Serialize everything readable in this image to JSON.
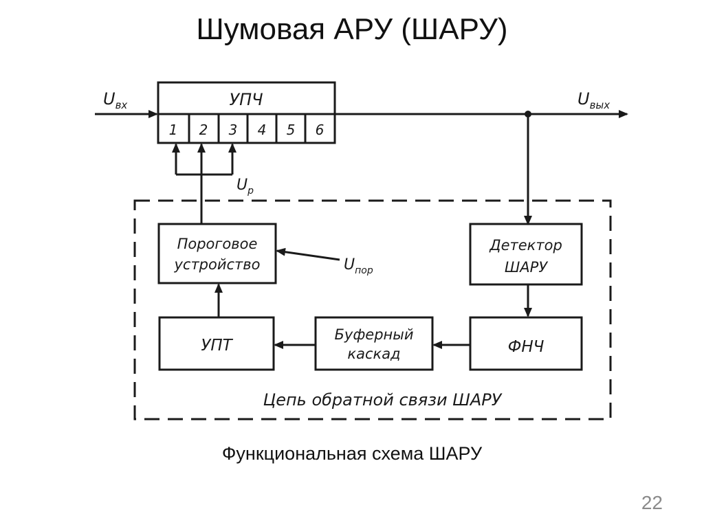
{
  "title": "Шумовая АРУ (ШАРУ)",
  "caption": "Функциональная схема ШАРУ",
  "page_number": "22",
  "diagram": {
    "input_label": "U",
    "input_sub": "вх",
    "output_label": "U",
    "output_sub": "вых",
    "upch": "УПЧ",
    "stages": [
      "1",
      "2",
      "3",
      "4",
      "5",
      "6"
    ],
    "reg_label": "U",
    "reg_sub": "р",
    "threshold_line1": "Пороговое",
    "threshold_line2": "устройство",
    "threshold_input": "U",
    "threshold_input_sub": "пор",
    "detector_line1": "Детектор",
    "detector_line2": "ШАРУ",
    "upt": "УПТ",
    "buffer_line1": "Буферный",
    "buffer_line2": "каскад",
    "fnch": "ФНЧ",
    "feedback_label": "Цепь обратной связи ШАРУ"
  }
}
